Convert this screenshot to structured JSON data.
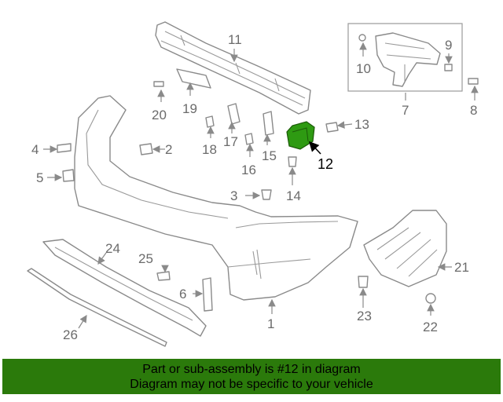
{
  "callouts": {
    "c1": "1",
    "c2": "2",
    "c3": "3",
    "c4": "4",
    "c5": "5",
    "c6": "6",
    "c7": "7",
    "c8": "8",
    "c9": "9",
    "c10": "10",
    "c11": "11",
    "c12": "12",
    "c13": "13",
    "c14": "14",
    "c15": "15",
    "c16": "16",
    "c17": "17",
    "c18": "18",
    "c19": "19",
    "c20": "20",
    "c21": "21",
    "c22": "22",
    "c23": "23",
    "c24": "24",
    "c25": "25",
    "c26": "26"
  },
  "highlight": {
    "part": "12",
    "color": "#2e9a12"
  },
  "banner": {
    "line1": "Part or sub-assembly is #12 in diagram",
    "line2": "Diagram may not be specific to your vehicle",
    "color": "#2b7a0b"
  }
}
